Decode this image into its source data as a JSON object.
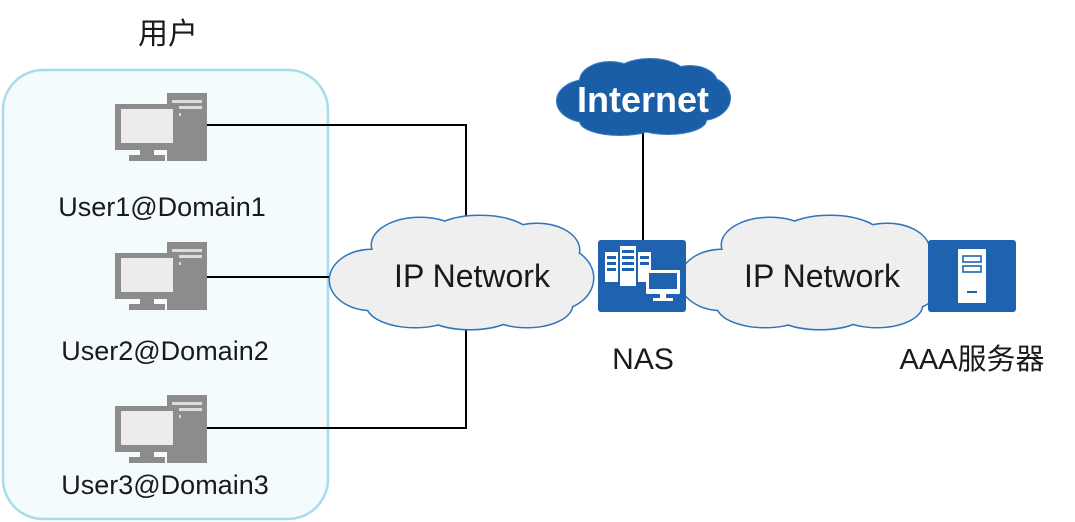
{
  "diagram": {
    "users_group": {
      "title": "用户",
      "users": [
        "User1@Domain1",
        "User2@Domain2",
        "User3@Domain3"
      ]
    },
    "clouds": {
      "internet": "Internet",
      "ip_network_left": "IP Network",
      "ip_network_right": "IP Network"
    },
    "nodes": {
      "nas": "NAS",
      "aaa_server": "AAA服务器"
    }
  },
  "icons": {
    "user_device": "pc-icon",
    "nas": "nas-device-icon",
    "aaa_server": "server-icon",
    "network": "cloud-icon"
  },
  "colors": {
    "device_blue": "#1f63b0",
    "cloud_outline": "#2f74bd",
    "cloud_fill": "#efefef",
    "internet_fill": "#1a5ea8",
    "internet_outline": "#3a7cc4",
    "internet_text": "#ffffff",
    "pc_gray": "#8c8c8c",
    "pc_screen": "#ececec",
    "group_border": "#a8dcea",
    "group_fill": "#f3fbfd",
    "link": "#000000"
  }
}
